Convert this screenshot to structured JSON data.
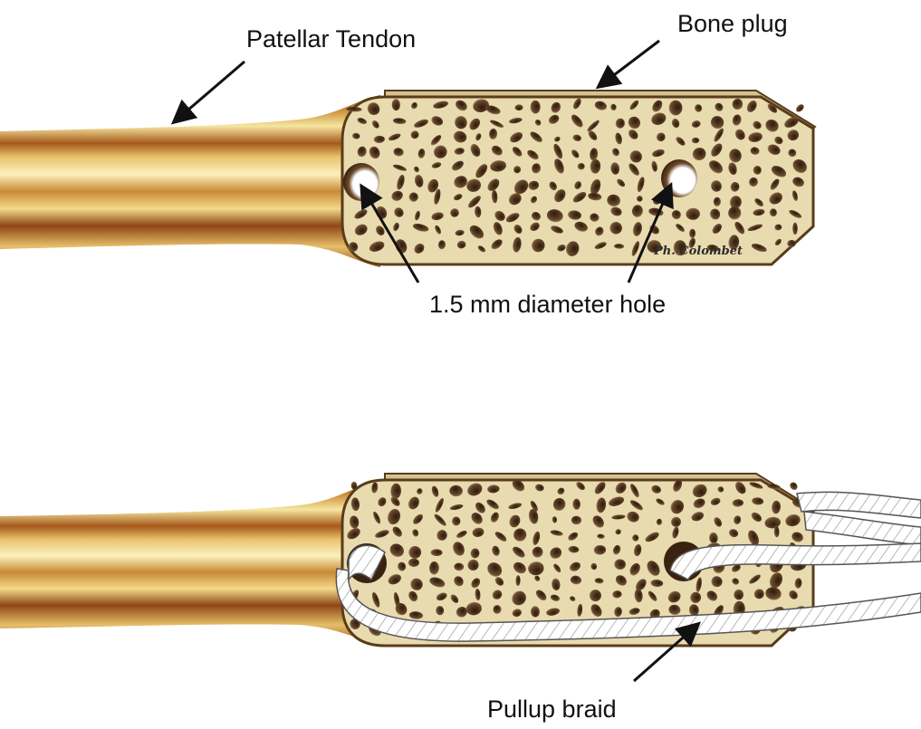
{
  "labels": {
    "patellar_tendon": "Patellar Tendon",
    "bone_plug": "Bone plug",
    "hole": "1.5 mm diameter hole",
    "braid": "Pullup braid"
  },
  "signature": "Ph. Colombet",
  "colors": {
    "tendon_dark": "#7a3710",
    "tendon_mid": "#c07a2a",
    "tendon_light": "#f7e9a2",
    "bone_fill": "#e9dbb0",
    "bone_edge": "#5a3c1a",
    "pore": "#5d4026",
    "braid": "#ffffff"
  }
}
